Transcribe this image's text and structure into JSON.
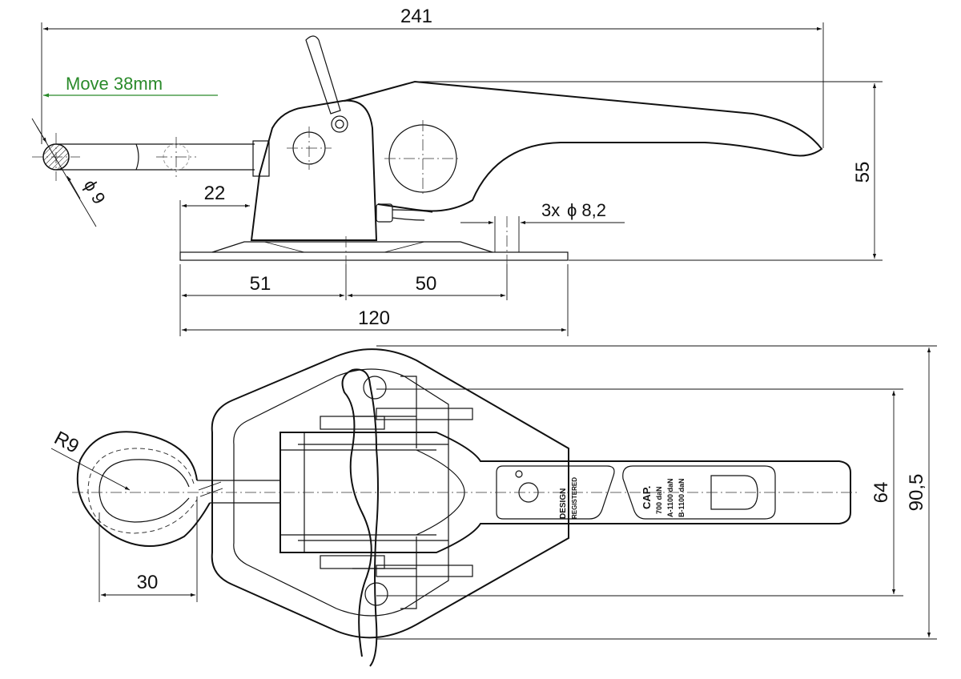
{
  "side_view": {
    "overall_length": "241",
    "move_note": "Move 38mm",
    "height": "55",
    "rod_diameter": "ϕ 9",
    "offset_22": "22",
    "holes_note": "3x",
    "holes_diameter": "ϕ 8,2",
    "base_51": "51",
    "base_50": "50",
    "base_120": "120"
  },
  "top_view": {
    "eye_radius": "R9",
    "eye_width": "30",
    "width_64": "64",
    "width_90_5": "90,5",
    "marking_design": "DESIGN",
    "marking_registered": "REGISTERED",
    "cap_title": "CAP.",
    "cap_line1": "700 daN",
    "cap_line2": "A-1100 daN",
    "cap_line3": "B-1100 daN"
  },
  "colors": {
    "line": "#111111",
    "note_green": "#2a8a2a"
  }
}
